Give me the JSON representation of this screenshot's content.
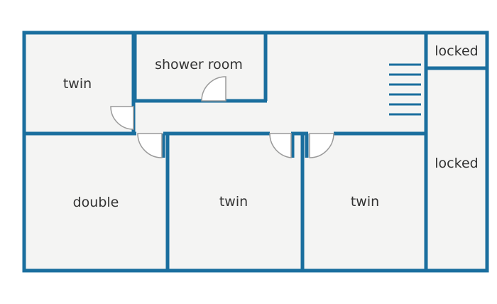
{
  "colors": {
    "wall": "#1a6e9e",
    "floor": "#f4f4f3",
    "door": "#9a9a9a",
    "label": "#333333",
    "background": "#ffffff"
  },
  "rooms": {
    "twin_top_left": "twin",
    "shower_room": "shower room",
    "locked_top": "locked",
    "locked_side": "locked",
    "double": "double",
    "twin_middle": "twin",
    "twin_right": "twin"
  },
  "icons": {
    "stairs": "stairs-icon",
    "door": "door-swing-icon"
  }
}
